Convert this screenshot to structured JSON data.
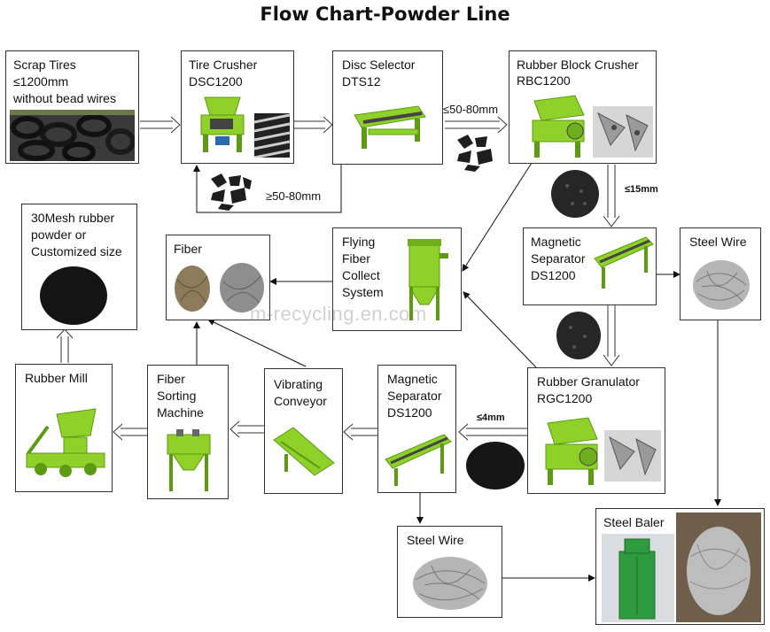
{
  "title": "Flow Chart-Powder Line",
  "watermark": "m-recycling.en.com",
  "boxes": {
    "scrap": {
      "l1": "Scrap Tires",
      "l2": "≤1200mm",
      "l3": "without bead wires"
    },
    "tire_crusher": {
      "l1": "Tire Crusher",
      "l2": "DSC1200"
    },
    "disc": {
      "l1": "Disc Selector",
      "l2": "DTS12"
    },
    "block": {
      "l1": "Rubber Block Crusher",
      "l2": "RBC1200"
    },
    "mag1": {
      "l1": "Magnetic",
      "l2": "Separator",
      "l3": "DS1200"
    },
    "steel1": {
      "l1": "Steel Wire"
    },
    "flying": {
      "l1": "Flying",
      "l2": "Fiber",
      "l3": "Collect",
      "l4": "System"
    },
    "fiber": {
      "l1": "Fiber"
    },
    "powder": {
      "l1": "30Mesh rubber",
      "l2": "powder or",
      "l3": "Customized size"
    },
    "mill": {
      "l1": "Rubber Mill"
    },
    "sorting": {
      "l1": "Fiber",
      "l2": "Sorting",
      "l3": "Machine"
    },
    "vib": {
      "l1": "Vibrating",
      "l2": "Conveyor"
    },
    "mag2": {
      "l1": "Magnetic",
      "l2": "Separator",
      "l3": "DS1200"
    },
    "granulator": {
      "l1": "Rubber Granulator",
      "l2": "RGC1200"
    },
    "steel2": {
      "l1": "Steel Wire"
    },
    "baler": {
      "l1": "Steel Baler"
    }
  },
  "annotations": {
    "size_50_80": "≤50-80mm",
    "size_ge_50_80": "≥50-80mm",
    "size_15": "≤15mm",
    "size_4": "≤4mm"
  },
  "colors": {
    "machine": "#8fd128",
    "machine_dark": "#5c9a12",
    "rubber": "#1e1e1e",
    "steel": "#a8a8a8"
  }
}
